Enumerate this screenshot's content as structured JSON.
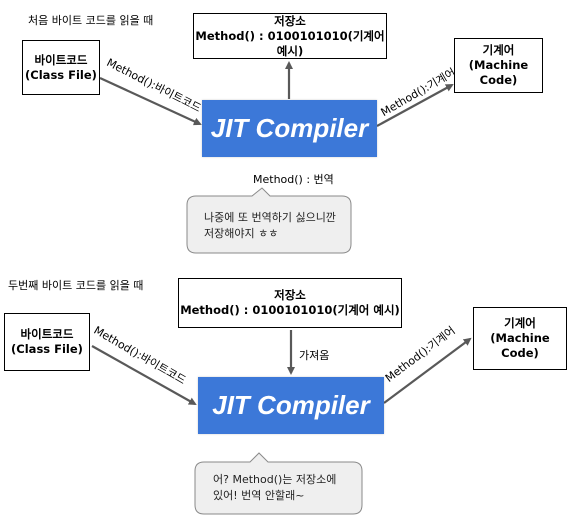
{
  "top": {
    "heading": "처음 바이트 코드를 읽을 때",
    "storage_title": "저장소",
    "storage_content": "Method() : 0100101010(기계어 예시)",
    "bytecode_line1": "바이트코드",
    "bytecode_line2": "(Class File)",
    "jit": "JIT Compiler",
    "machine_line1": "기계어",
    "machine_line2": "(Machine",
    "machine_line3": "Code)",
    "edge_in": "Method():바이트코드",
    "edge_out": "Method():기계어",
    "translate_label": "Method() : 번역",
    "bubble_line1": "나중에 또 번역하기 싫으니깐",
    "bubble_line2": "저장해야지 ㅎㅎ"
  },
  "bottom": {
    "heading": "두번째 바이트 코드를 읽을 때",
    "storage_title": "저장소",
    "storage_content": "Method() : 0100101010(기계어 예시)",
    "bytecode_line1": "바이트코드",
    "bytecode_line2": "(Class File)",
    "jit": "JIT Compiler",
    "machine_line1": "기계어",
    "machine_line2": "(Machine",
    "machine_line3": "Code)",
    "edge_in": "Method():바이트코드",
    "edge_out": "Method():기계어",
    "fetch_label": "가져옴",
    "bubble_line1": "어? Method()는 저장소에",
    "bubble_line2": "있어!  번역 안할래~"
  },
  "colors": {
    "jit_fill": "#3c78d8",
    "arrow": "#595959",
    "bubble_fill": "#efefef"
  }
}
